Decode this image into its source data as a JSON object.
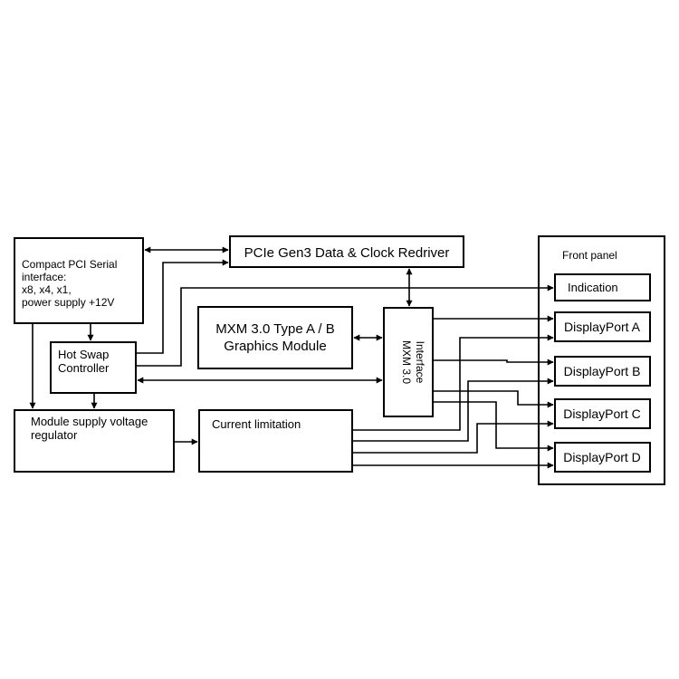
{
  "diagram": {
    "blocks": {
      "cpci": {
        "lines": [
          "Compact PCI Serial",
          "interface:",
          "x8, x4, x1,",
          "power supply +12V"
        ]
      },
      "hotswap": {
        "lines": [
          "Hot Swap",
          "Controller"
        ]
      },
      "regulator": {
        "lines": [
          "Module supply voltage",
          "regulator"
        ]
      },
      "pcie": {
        "label": "PCIe Gen3 Data & Clock Redriver"
      },
      "mxm_module": {
        "lines": [
          "MXM 3.0 Type A / B",
          "Graphics Module"
        ]
      },
      "mxm_interface": {
        "lines": [
          "MXM 3.0",
          "Interface"
        ]
      },
      "current": {
        "label": "Current limitation"
      },
      "front_panel": {
        "label": "Front panel"
      },
      "indication": {
        "label": "Indication"
      },
      "dp_a": {
        "label": "DisplayPort A"
      },
      "dp_b": {
        "label": "DisplayPort B"
      },
      "dp_c": {
        "label": "DisplayPort C"
      },
      "dp_d": {
        "label": "DisplayPort D"
      }
    }
  }
}
